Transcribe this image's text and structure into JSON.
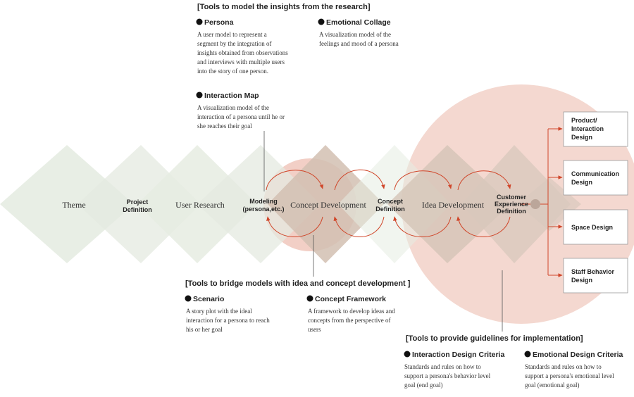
{
  "colors": {
    "diamond": "#e6ece2",
    "circle": "#f2cfc6",
    "overlap": "#d2bfb1",
    "arrow": "#d0462a",
    "line": "#555555",
    "box_border": "#999999"
  },
  "steps": {
    "theme": "Theme",
    "project_definition": [
      "Project",
      "Definition"
    ],
    "user_research": "User Research",
    "modeling": [
      "Modeling",
      "(persona,etc.)"
    ],
    "concept_development": "Concept Development",
    "concept_definition": [
      "Concept",
      "Definition"
    ],
    "idea_development": "Idea Development",
    "customer_experience_definition": [
      "Customer",
      "Experience",
      "Definition"
    ]
  },
  "outputs": [
    [
      "Product/",
      "Interaction",
      "Design"
    ],
    [
      "Communication",
      "Design"
    ],
    [
      "Space Design"
    ],
    [
      "Staff Behavior",
      "Design"
    ]
  ],
  "sections": {
    "model_tools": {
      "title": "[Tools to model the insights from the research]",
      "persona": {
        "title": "Persona",
        "desc": [
          "A user model to represent a",
          "segment by the integration of",
          "insights obtained from observations",
          "and interviews with multiple users",
          "into the story of one person."
        ]
      },
      "emotional_collage": {
        "title": "Emotional Collage",
        "desc": [
          "A visualization model of the",
          "feelings and mood of a persona"
        ]
      },
      "interaction_map": {
        "title": "Interaction Map",
        "desc": [
          "A visualization model of the",
          "interaction of a persona until he or",
          "she reaches their goal"
        ]
      }
    },
    "bridge_tools": {
      "title": "[Tools to bridge models with idea  and concept development ]",
      "scenario": {
        "title": "Scenario",
        "desc": [
          "A story plot with the ideal",
          "interaction for a persona to reach",
          "his or her goal"
        ]
      },
      "concept_framework": {
        "title": "Concept Framework",
        "desc": [
          "A framework to develop ideas and",
          "concepts from the perspective of",
          "users"
        ]
      }
    },
    "guideline_tools": {
      "title": "[Tools to provide guidelines for implementation]",
      "interaction_criteria": {
        "title": "Interaction Design Criteria",
        "desc": [
          "Standards and rules on how to",
          "support a persona's behavior level",
          "goal (end goal)"
        ]
      },
      "emotional_criteria": {
        "title": "Emotional Design Criteria",
        "desc": [
          "Standards and rules on how to",
          "support a persona's emotional level",
          "goal (emotional goal)"
        ]
      }
    }
  }
}
